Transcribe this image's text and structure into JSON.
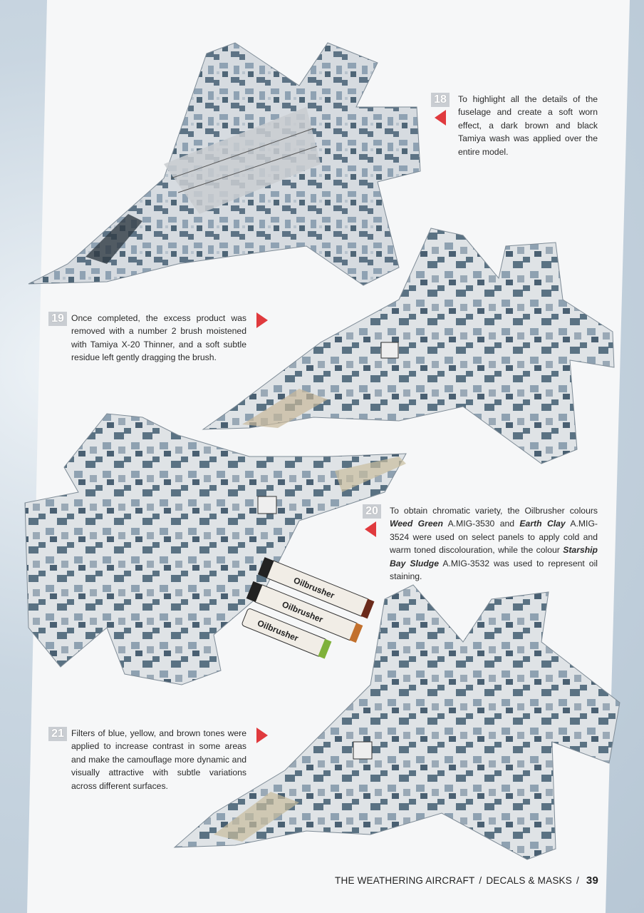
{
  "steps": [
    {
      "number": "18",
      "text": "To highlight all the details of the fuselage and create a soft worn effect, a dark brown and black Tamiya wash was applied over the entire model."
    },
    {
      "number": "19",
      "text": "Once completed, the excess product was removed with a number 2 brush moistened with Tamiya X-20 Thinner, and a soft subtle residue left gently dragging the brush."
    },
    {
      "number": "20",
      "parts": {
        "a": "To obtain chromatic variety, the Oilbrusher colours ",
        "c1": "Weed Green",
        "k1": " A.MIG-3530",
        "b": " and ",
        "c2": "Earth Clay",
        "k2": " A.MIG-3524",
        "c": " were used on select panels to apply cold and warm toned discolouration, while the colour ",
        "c3": "Starship Bay Sludge",
        "k3": " A.MIG-3532",
        "d": " was used to represent oil staining."
      }
    },
    {
      "number": "21",
      "text": "Filters of blue, yellow, and brown tones were applied to increase contrast in some areas and make the camouflage more dynamic and visually attractive with subtle variations across different surfaces."
    }
  ],
  "bottles": {
    "label": "Oilbrusher",
    "colors": [
      "#6b2a1a",
      "#c2702c",
      "#7fb13a"
    ]
  },
  "footer": {
    "book": "THE WEATHERING AIRCRAFT",
    "separator": "/",
    "section": "DECALS & MASKS",
    "page": "39"
  },
  "colors": {
    "accent": "#e03a3e",
    "camo_light": "#d9dde2",
    "camo_mid": "#8fa2b3",
    "camo_dark": "#4f6677"
  }
}
